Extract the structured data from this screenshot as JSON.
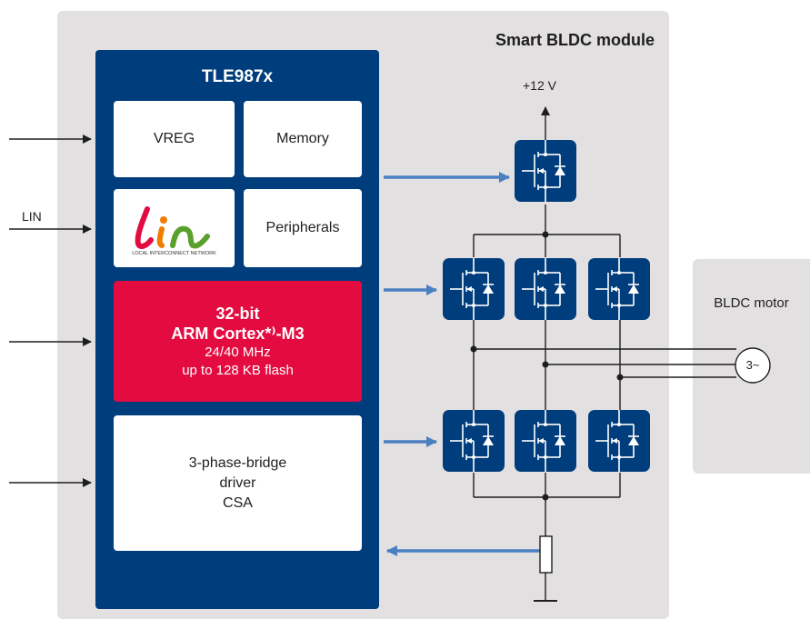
{
  "module": {
    "title": "Smart BLDC module"
  },
  "chip": {
    "title": "TLE987x",
    "vreg": "VREG",
    "memory": "Memory",
    "peripherals": "Peripherals",
    "lin_logo_text": "lin",
    "lin_logo_caption": "LOCAL INTERCONNECT NETWORK",
    "cpu": {
      "line1": "32-bit",
      "line2": "ARM Cortex*⁾-M3",
      "line3": "24/40 MHz",
      "line4": "up to 128 KB flash"
    },
    "bridge": {
      "line1": "3-phase-bridge",
      "line2": "driver",
      "line3": "CSA"
    }
  },
  "inputs": {
    "lin_label": "LIN"
  },
  "supply": {
    "label": "+12 V"
  },
  "motor": {
    "label": "BLDC motor",
    "symbol": "3~"
  },
  "colors": {
    "chip": "#003d7c",
    "cpu": "#e30b3f",
    "module_bg": "#e3e0e1",
    "signal_arrow": "#4a7fc1",
    "mosfet": "#003d7c"
  }
}
